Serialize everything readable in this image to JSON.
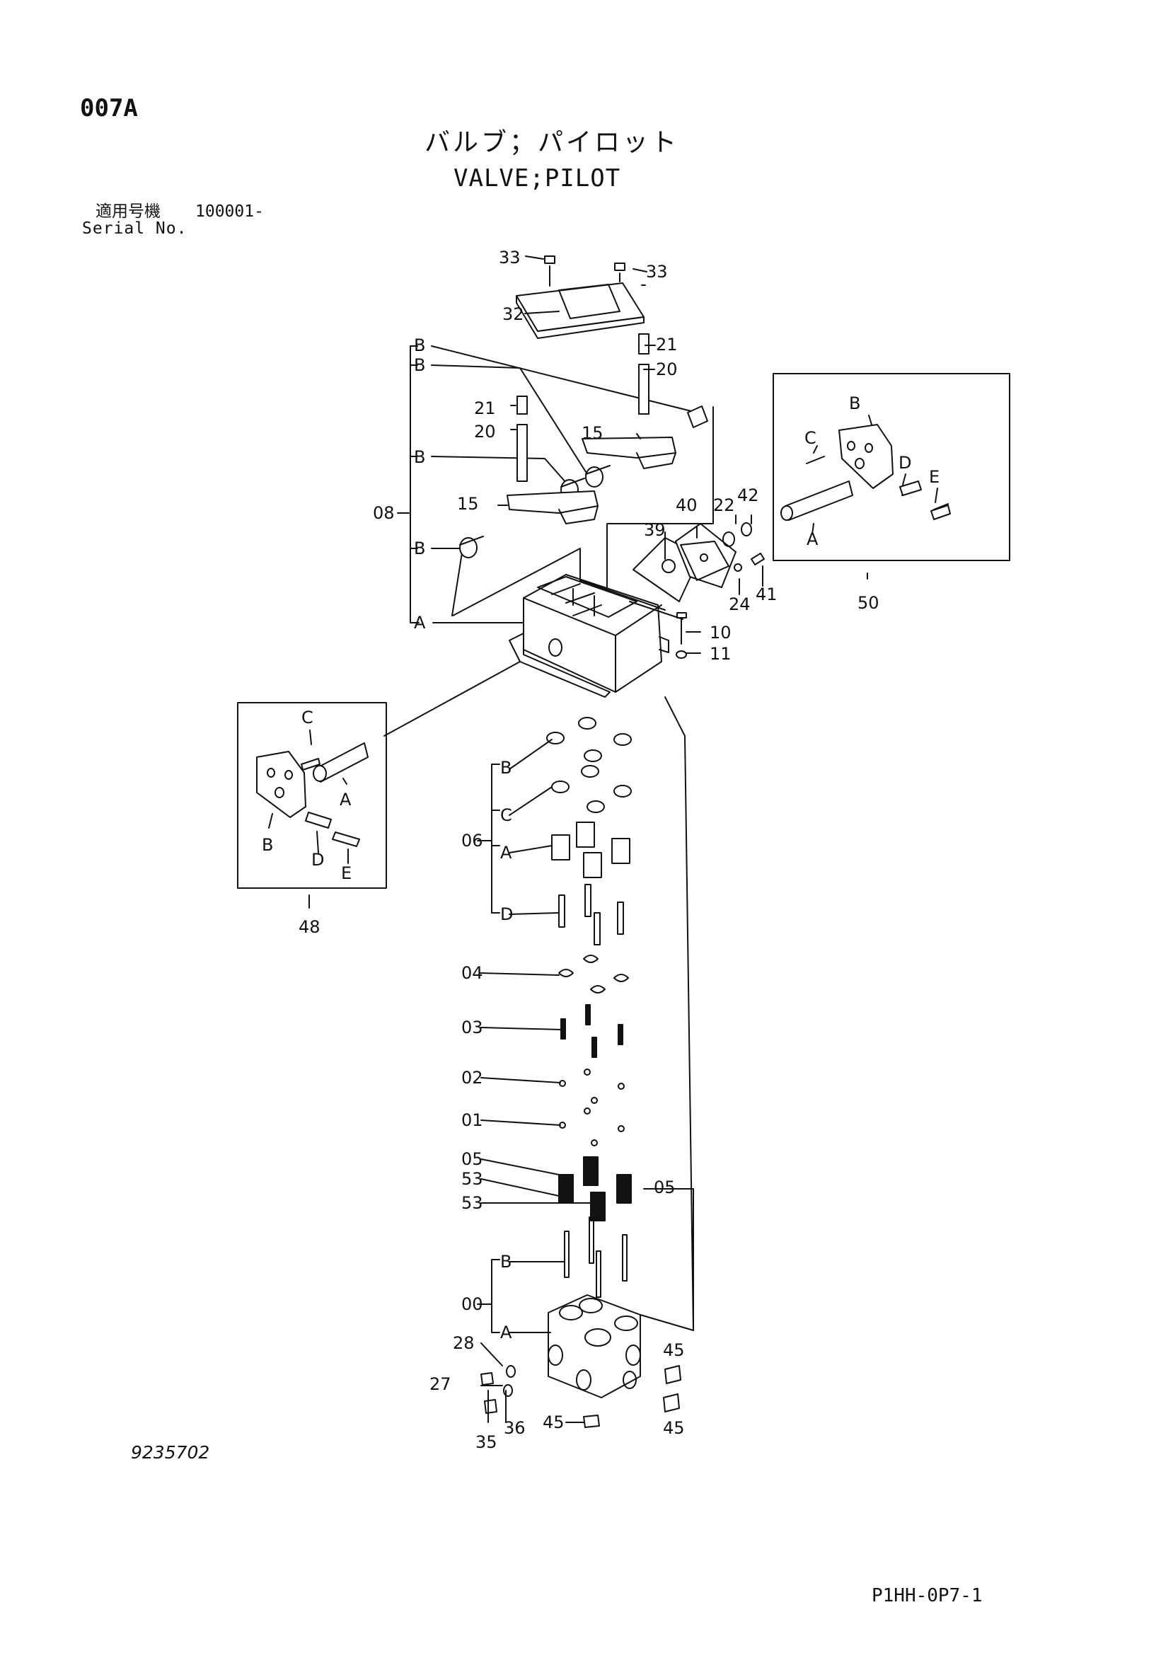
{
  "header": {
    "code": "007A",
    "title_jp": "バルブ；パイロット",
    "title_en": "VALVE;PILOT",
    "serial_label_jp": "適用号機",
    "serial_label_en": "Serial No.",
    "serial_value": "100001-"
  },
  "footer": {
    "drawing_number": "9235702",
    "page_code": "P1HH-0P7-1"
  },
  "callouts": {
    "c33a": "33",
    "c33b": "33",
    "c32": "32",
    "c21a": "21",
    "c20a": "20",
    "c21b": "21",
    "c20b": "20",
    "c15a": "15",
    "c15b": "15",
    "cBa": "B",
    "cBb": "B",
    "cBc": "B",
    "cBd": "B",
    "cAtop": "A",
    "c08": "08",
    "c39": "39",
    "c40": "40",
    "c22": "22",
    "c42": "42",
    "c24": "24",
    "c41": "41",
    "c10": "10",
    "c11": "11",
    "k50B": "B",
    "k50C": "C",
    "k50D": "D",
    "k50E": "E",
    "k50A": "A",
    "c50": "50",
    "k48C": "C",
    "k48A": "A",
    "k48B": "B",
    "k48D": "D",
    "k48E": "E",
    "c48": "48",
    "c06": "06",
    "c06B": "B",
    "c06C": "C",
    "c06A": "A",
    "c06D": "D",
    "c04": "04",
    "c03": "03",
    "c02": "02",
    "c01": "01",
    "c05a": "05",
    "c53a": "53",
    "c53b": "53",
    "c05b": "05",
    "c00": "00",
    "c00B": "B",
    "c00A": "A",
    "c28": "28",
    "c27": "27",
    "c35": "35",
    "c36": "36",
    "c45a": "45",
    "c45b": "45",
    "c45c": "45"
  },
  "colors": {
    "ink": "#111111",
    "paper": "#ffffff"
  }
}
